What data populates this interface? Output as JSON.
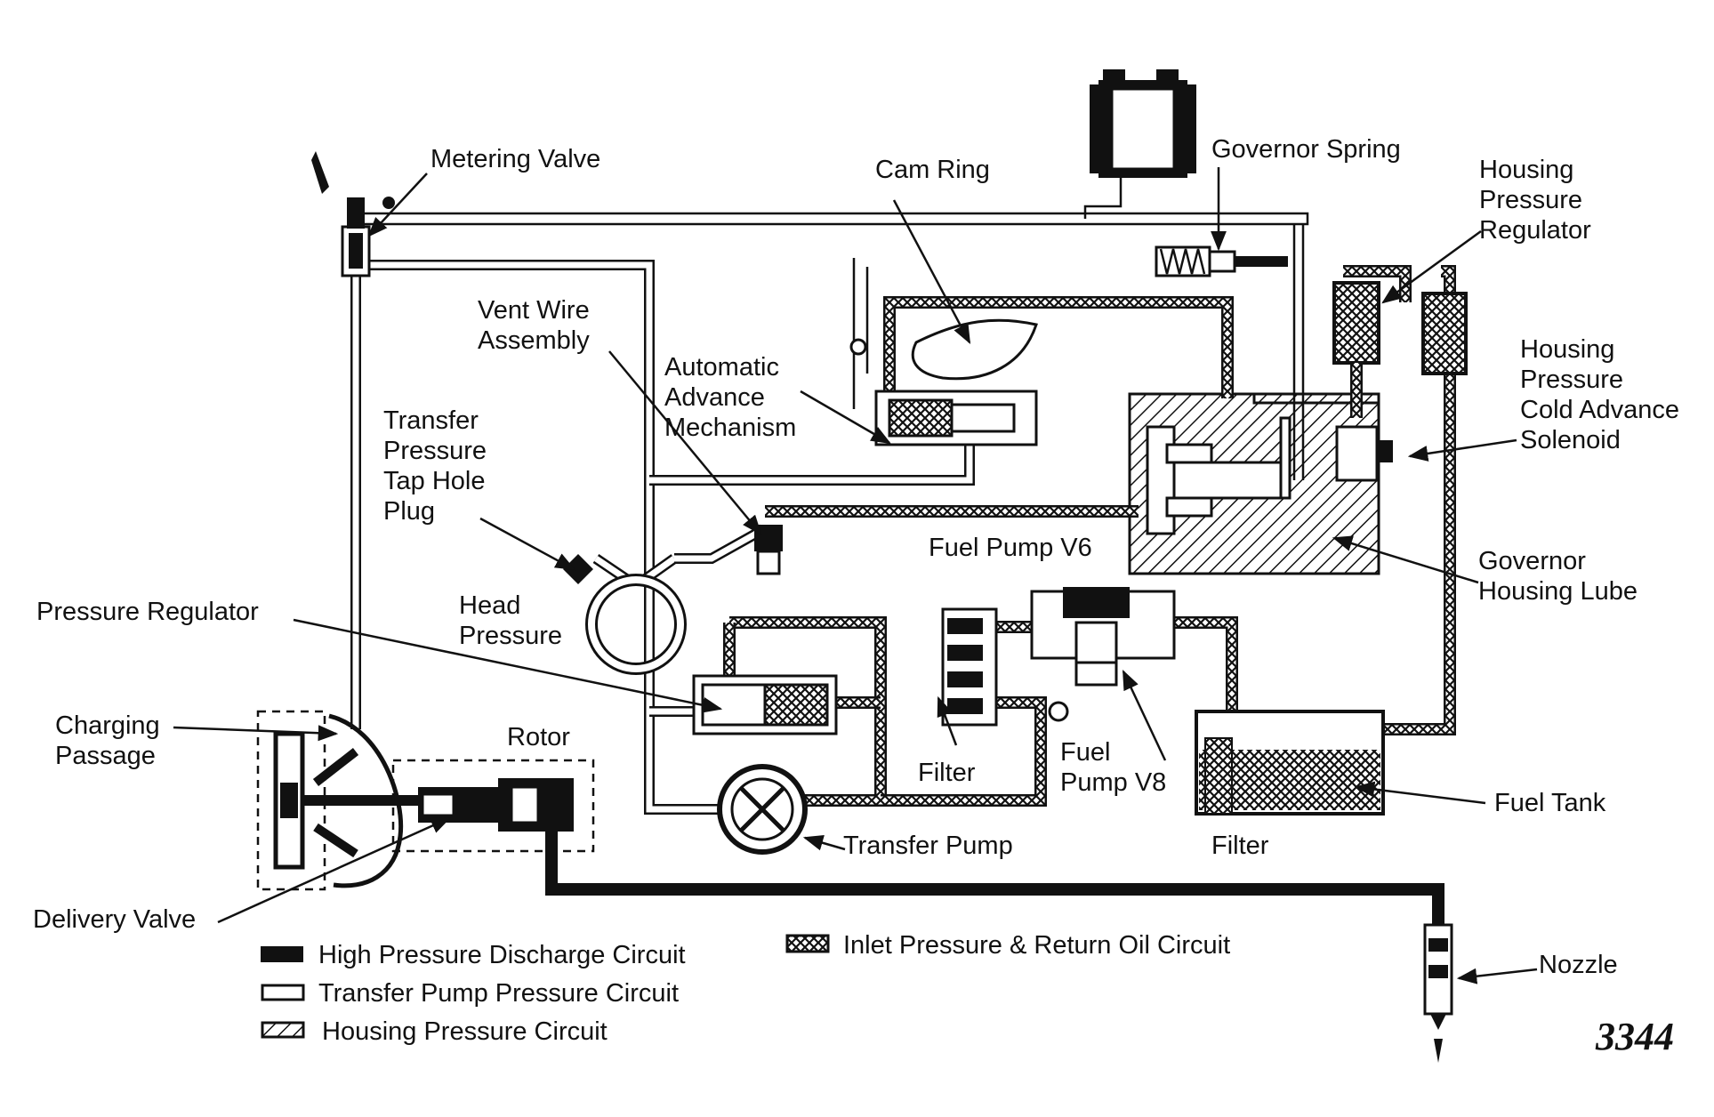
{
  "labels": {
    "metering_valve": "Metering Valve",
    "cam_ring": "Cam Ring",
    "governor_spring": "Governor Spring",
    "housing_pressure_regulator": [
      "Housing",
      "Pressure",
      "Regulator"
    ],
    "housing_pressure_cold_advance_solenoid": [
      "Housing",
      "Pressure",
      "Cold Advance",
      "Solenoid"
    ],
    "vent_wire_assembly": [
      "Vent Wire",
      "Assembly"
    ],
    "automatic_advance_mechanism": [
      "Automatic",
      "Advance",
      "Mechanism"
    ],
    "transfer_pressure_tap_hole_plug": [
      "Transfer",
      "Pressure",
      "Tap Hole",
      "Plug"
    ],
    "fuel_pump_v6": "Fuel Pump V6",
    "governor_housing_lube": [
      "Governor",
      "Housing Lube"
    ],
    "pressure_regulator": "Pressure Regulator",
    "head_pressure": [
      "Head",
      "Pressure"
    ],
    "charging_passage": [
      "Charging",
      "Passage"
    ],
    "rotor": "Rotor",
    "filter_center": "Filter",
    "fuel_pump_v8": [
      "Fuel",
      "Pump V8"
    ],
    "fuel_tank": "Fuel Tank",
    "filter_tank": "Filter",
    "transfer_pump": "Transfer Pump",
    "delivery_valve": "Delivery Valve",
    "nozzle": "Nozzle",
    "figure_number": "3344"
  },
  "legend": [
    {
      "pattern": "solid",
      "label": "High Pressure Discharge Circuit"
    },
    {
      "pattern": "open",
      "label": "Transfer Pump Pressure Circuit"
    },
    {
      "pattern": "diagonal",
      "label": "Housing Pressure Circuit"
    },
    {
      "pattern": "crosshatch",
      "label": "Inlet Pressure & Return Oil Circuit"
    }
  ]
}
